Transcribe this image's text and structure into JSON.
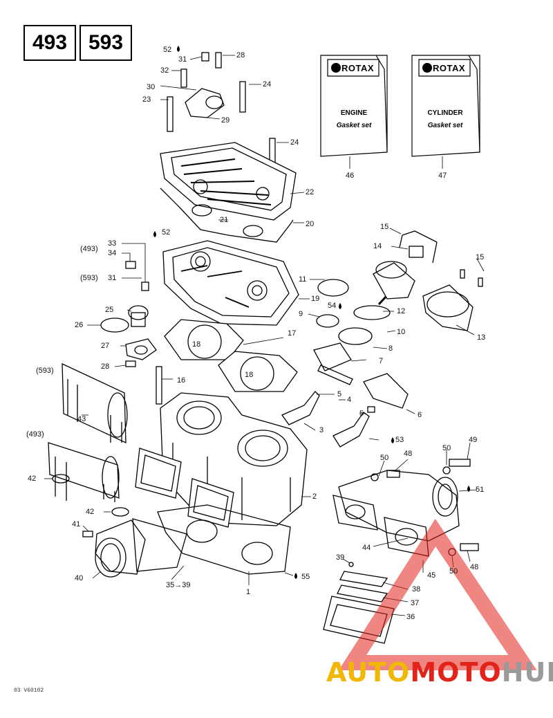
{
  "models": [
    "493",
    "593"
  ],
  "books": [
    {
      "brand": "ROTAX",
      "title": "ENGINE",
      "subtitle": "Gasket set",
      "ref": "46"
    },
    {
      "brand": "ROTAX",
      "title": "CYLINDER",
      "subtitle": "Gasket set",
      "ref": "47"
    }
  ],
  "labels": {
    "l52a": "52",
    "l31a": "31",
    "l28a": "28",
    "l32": "32",
    "l24a": "24",
    "l30": "30",
    "l23": "23",
    "l29": "29",
    "l24b": "24",
    "l22": "22",
    "l21": "21",
    "l20": "20",
    "l52b": "52",
    "l33": "33",
    "m493a": "(493)",
    "l34": "34",
    "m593a": "(593)",
    "l31b": "31",
    "l11": "11",
    "l19": "19",
    "l9": "9",
    "l54": "54",
    "l12": "12",
    "l10": "10",
    "l25": "25",
    "l26": "26",
    "l17": "17",
    "l18a": "18",
    "l27": "27",
    "l8": "8",
    "l28b": "28",
    "l18b": "18",
    "l7": "7",
    "m593b": "(593)",
    "l16": "16",
    "l5a": "5",
    "l4": "4",
    "l5b": "5",
    "l6": "6",
    "l43": "43",
    "m493b": "(493)",
    "l3": "3",
    "l53": "53",
    "l42a": "42",
    "l2": "2",
    "l42b": "42",
    "l41": "41",
    "l40": "40",
    "l35": "35→39",
    "l1": "1",
    "l55": "55",
    "l15a": "15",
    "l14": "14",
    "l15b": "15",
    "l13": "13",
    "l50a": "50",
    "l48a": "48",
    "l50b": "50",
    "l49": "49",
    "l51": "51",
    "l44": "44",
    "l45": "45",
    "l50c": "50",
    "l48b": "48",
    "l39": "39",
    "l38": "38",
    "l37": "37",
    "l36": "36"
  },
  "watermark": {
    "part1": "AUTO",
    "part2": "MOTO",
    "part3": "HUB",
    "color1": "#f2b705",
    "color2": "#e2231a",
    "color3": "#9a9a9a"
  },
  "drawing_code": "03 V60102"
}
